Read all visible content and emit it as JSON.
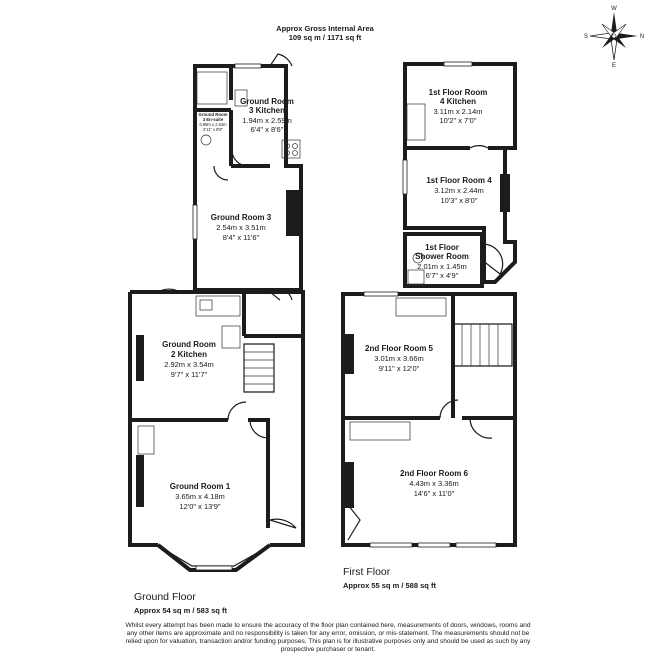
{
  "header": {
    "title": "Approx Gross Internal Area",
    "area": "109 sq m / 1171 sq ft"
  },
  "compass": {
    "north_label": "N",
    "east_label": "E",
    "south_label": "S",
    "west_label": "W"
  },
  "ground_floor": {
    "title": "Ground Floor",
    "area": "Approx 54 sq m / 583 sq ft",
    "rooms": [
      {
        "name_lines": [
          "Ground Room 1"
        ],
        "size_m": "3.65m x 4.18m",
        "size_ft": "12'0\" x 13'9\""
      },
      {
        "name_lines": [
          "Ground Room",
          "2 Kitchen"
        ],
        "size_m": "2.92m x 3.54m",
        "size_ft": "9'7\" x 11'7\""
      },
      {
        "name_lines": [
          "Ground Room 3"
        ],
        "size_m": "2.54m x 3.51m",
        "size_ft": "8'4\" x 11'6\""
      },
      {
        "name_lines": [
          "Ground Room",
          "3 Kitchen"
        ],
        "size_m": "1.94m x 2.59m",
        "size_ft": "6'4\" x 8'6\""
      },
      {
        "name_lines": [
          "Ground Room",
          "3 En-suite"
        ],
        "size_m": "0.89m x 2.63m",
        "size_ft": "2'11\" x 8'8\""
      }
    ]
  },
  "first_floor": {
    "title": "First Floor",
    "area": "Approx 55 sq m / 588 sq ft",
    "rooms": [
      {
        "name_lines": [
          "1st Floor Room",
          "4 Kitchen"
        ],
        "size_m": "3.11m x 2.14m",
        "size_ft": "10'2\" x 7'0\""
      },
      {
        "name_lines": [
          "1st Floor Room 4"
        ],
        "size_m": "3.12m x 2.44m",
        "size_ft": "10'3\" x 8'0\""
      },
      {
        "name_lines": [
          "1st Floor",
          "Shower Room"
        ],
        "size_m": "2.01m x 1.45m",
        "size_ft": "6'7\" x 4'9\""
      },
      {
        "name_lines": [
          "2nd Floor Room 5"
        ],
        "size_m": "3.01m x 3.66m",
        "size_ft": "9'11\" x 12'0\""
      },
      {
        "name_lines": [
          "2nd Floor Room 6"
        ],
        "size_m": "4.43m x 3.36m",
        "size_ft": "14'6\" x 11'0\""
      }
    ]
  },
  "disclaimer": [
    "Whilst every attempt has been made to ensure the accuracy of the floor plan contained here, measurements of doors, windows, rooms and",
    "any other items are approximate and no responsibility is taken for any error, omission, or mis-statement. The measurements should not be",
    "relied upon for valuation, transaction and/or funding purposes. This plan is for illustrative purposes only and should be used as such by any",
    "prospective purchaser or tenant."
  ]
}
